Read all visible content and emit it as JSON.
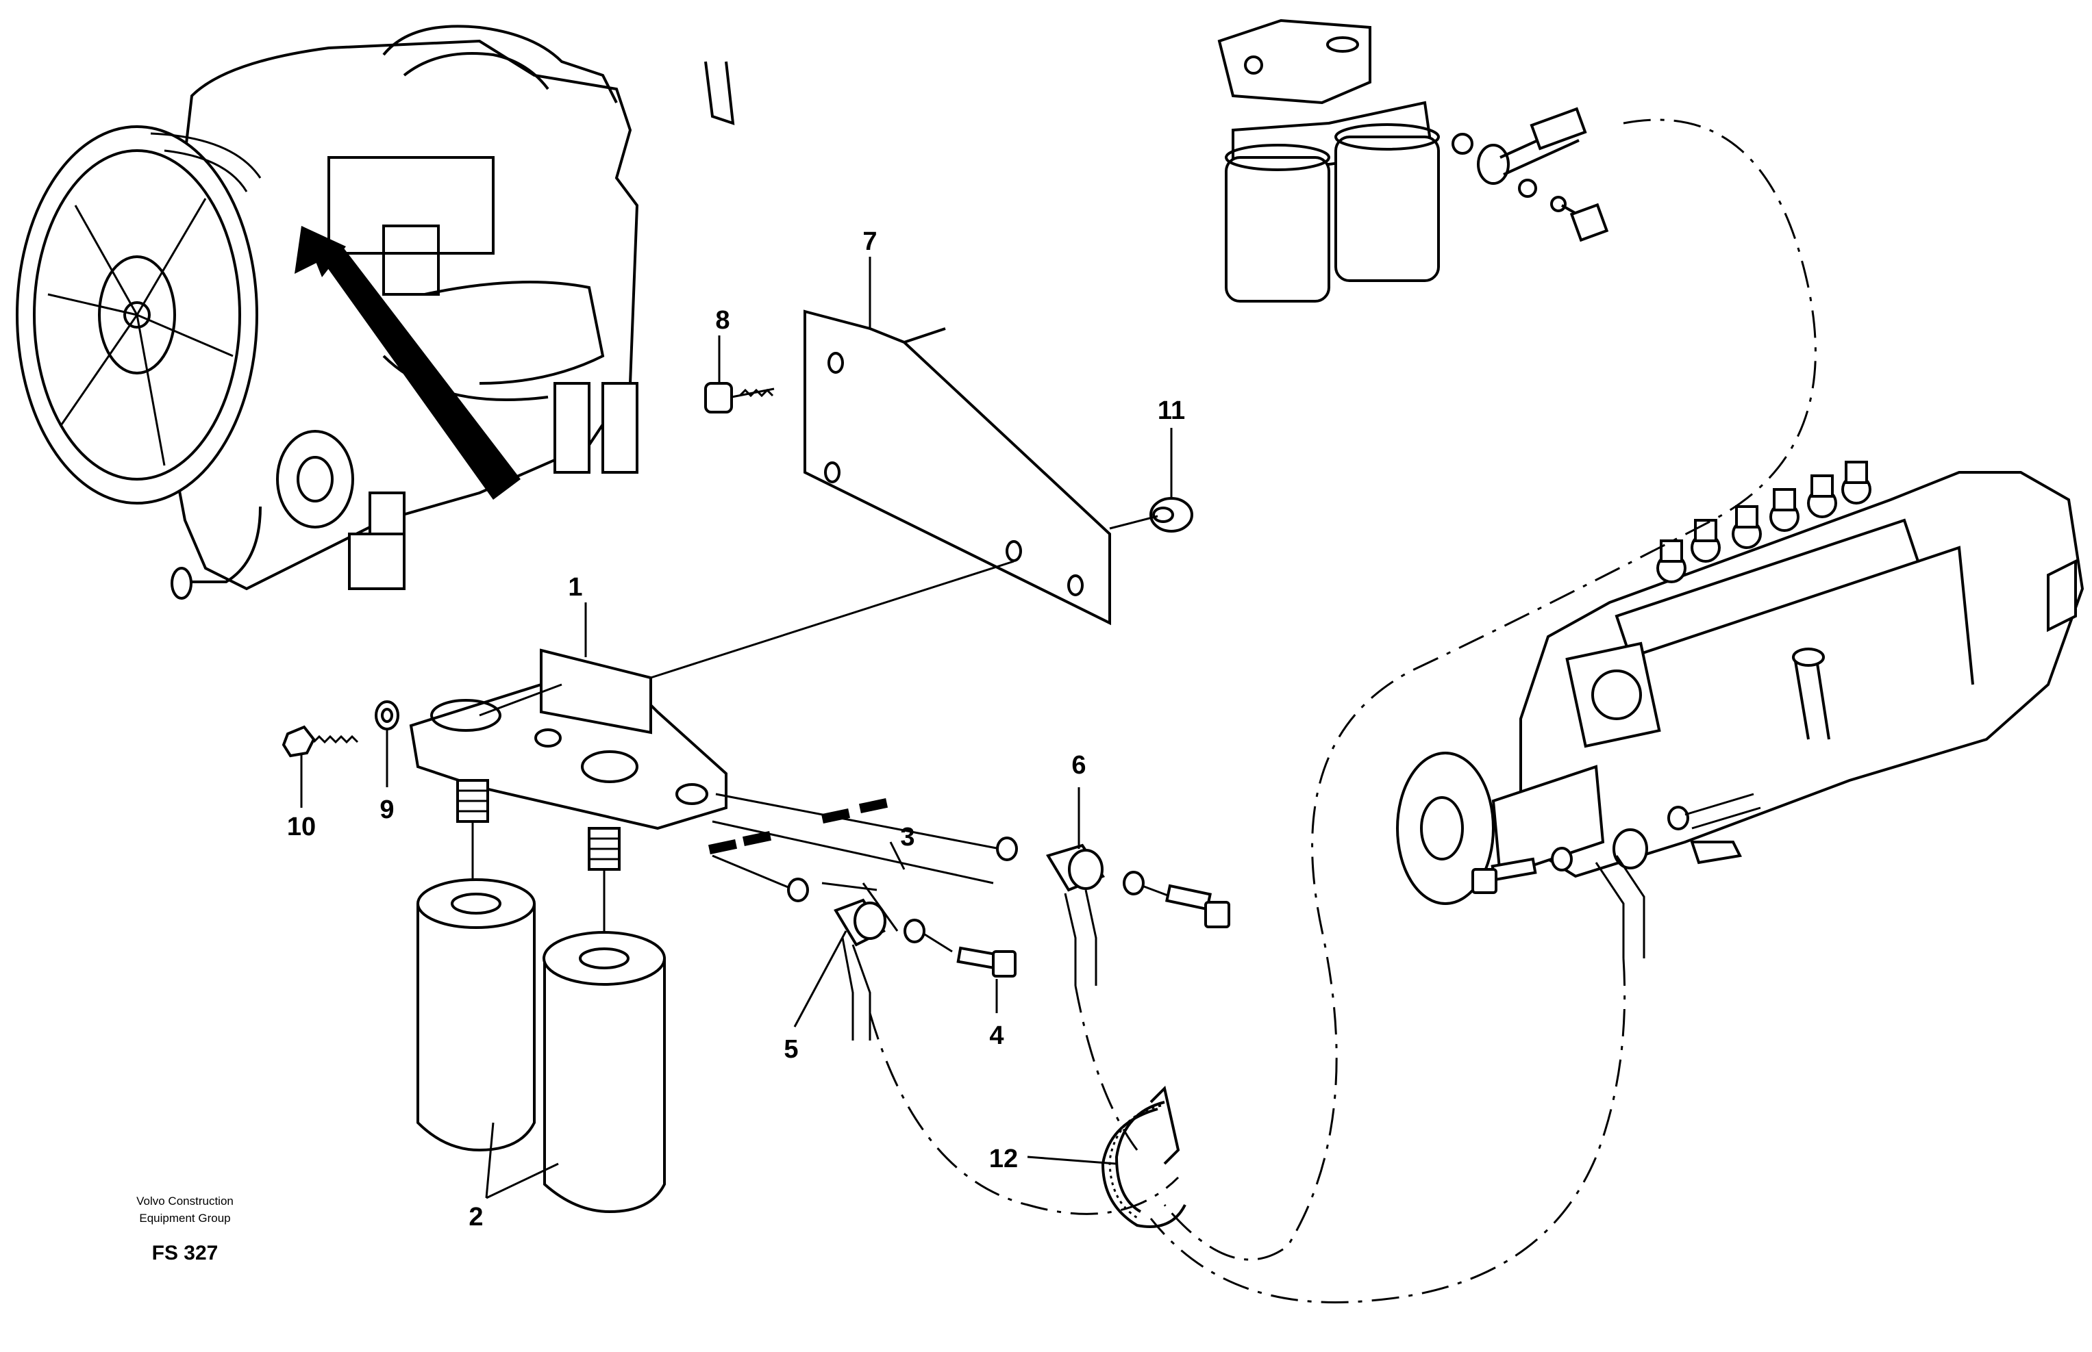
{
  "callouts": [
    {
      "id": "1",
      "label": "1"
    },
    {
      "id": "2",
      "label": "2"
    },
    {
      "id": "3",
      "label": "3"
    },
    {
      "id": "4",
      "label": "4"
    },
    {
      "id": "5",
      "label": "5"
    },
    {
      "id": "6",
      "label": "6"
    },
    {
      "id": "7",
      "label": "7"
    },
    {
      "id": "8",
      "label": "8"
    },
    {
      "id": "9",
      "label": "9"
    },
    {
      "id": "10",
      "label": "10"
    },
    {
      "id": "11",
      "label": "11"
    },
    {
      "id": "12",
      "label": "12"
    }
  ],
  "footer": {
    "company_line1": "Volvo Construction",
    "company_line2": "Equipment Group",
    "figure_code": "FS 327"
  }
}
